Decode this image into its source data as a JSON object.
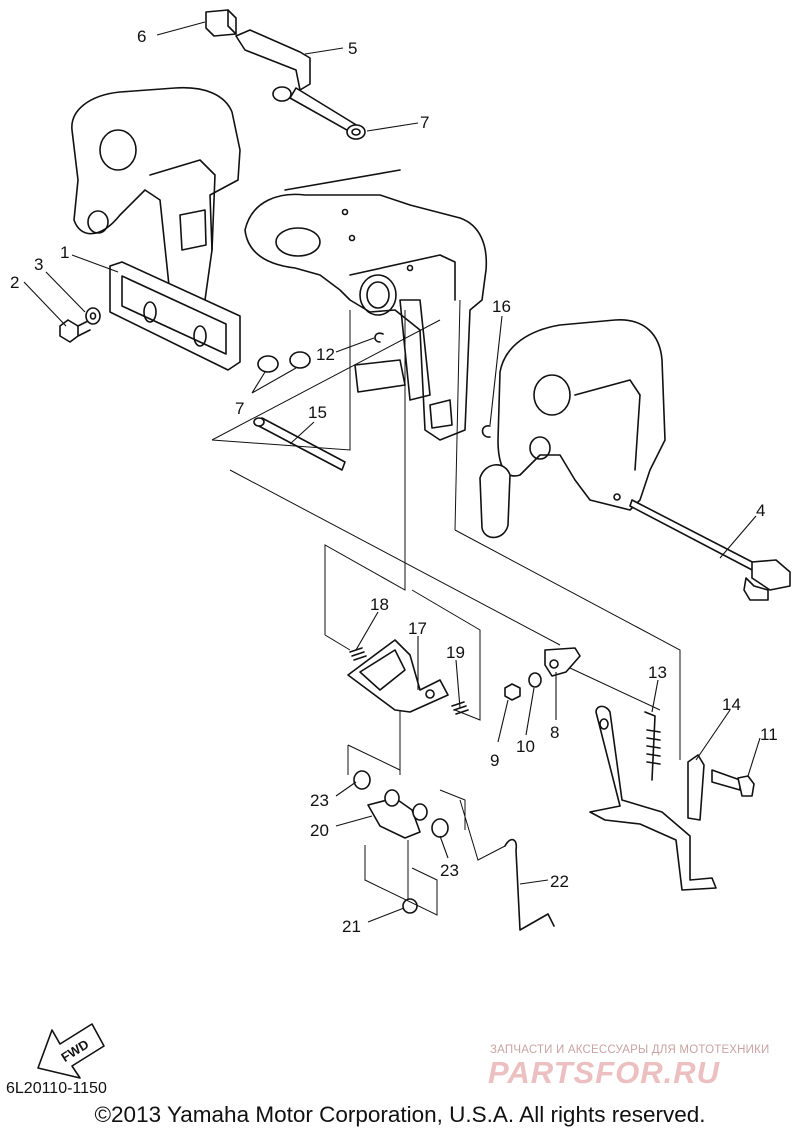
{
  "diagram": {
    "callouts": [
      "1",
      "2",
      "3",
      "4",
      "5",
      "6",
      "7",
      "7",
      "8",
      "9",
      "10",
      "11",
      "12",
      "13",
      "14",
      "15",
      "16",
      "17",
      "18",
      "19",
      "20",
      "21",
      "22",
      "23",
      "23"
    ],
    "direction_label": "FWD"
  },
  "footer": {
    "code": "6L20110-1150",
    "copyright": "©2013 Yamaha Motor Corporation, U.S.A. All rights reserved."
  },
  "watermark": {
    "tagline": "ЗАПЧАСТИ И АКСЕССУАРЫ ДЛЯ МОТОТЕХНИКИ",
    "brand": "PARTSFOR.RU"
  },
  "colors": {
    "line": "#111111",
    "watermark": "#e8b8b8"
  }
}
